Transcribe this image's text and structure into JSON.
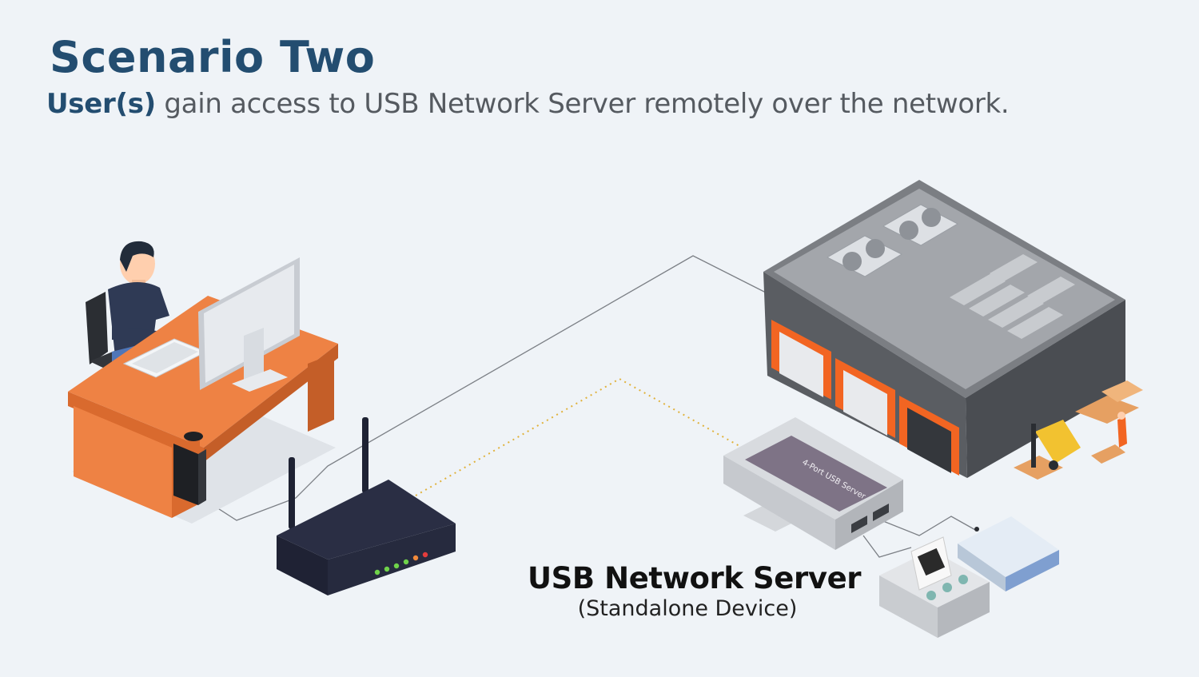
{
  "header": {
    "title": "Scenario Two",
    "subtitle_highlight": "User(s)",
    "subtitle_rest": " gain access to USB Network Server remotely over the network."
  },
  "devices": {
    "server_name": "USB Network Server",
    "server_note": "(Standalone Device)",
    "server_case_text": "4-Port USB Server"
  },
  "colors": {
    "title": "#234d70",
    "background": "#eff3f7",
    "desk": "#ee8244",
    "warehouse": "#5a5d62",
    "dock_frame": "#f26522"
  },
  "icons": {
    "user": "person-at-desk-icon",
    "router": "wifi-router-icon",
    "server": "usb-server-icon",
    "warehouse": "warehouse-icon",
    "printer": "receipt-printer-icon",
    "drive": "external-drive-icon"
  }
}
